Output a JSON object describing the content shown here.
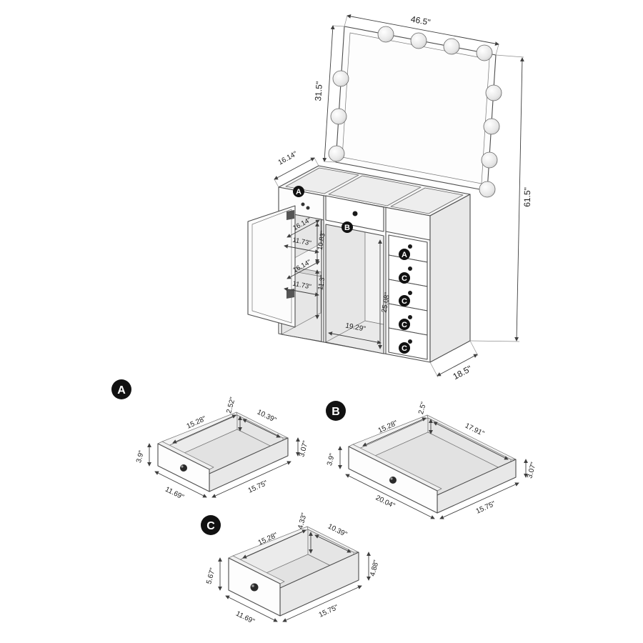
{
  "palette": {
    "line": "#4d4d4d",
    "callout_bg": "#111111",
    "background": "#ffffff"
  },
  "vanity": {
    "dims": {
      "mirror_width": "46.5\"",
      "mirror_height": "31.5\"",
      "overall_height": "61.5\"",
      "depth": "18.5\"",
      "top_depth": "16.14\"",
      "shelf_top_depth": "16.14\"",
      "shelf_top_width": "11.73\"",
      "shelf_top_height": "10.83\"",
      "shelf_bottom_depth": "16.14\"",
      "shelf_bottom_height": "11.3\"",
      "shelf_bottom_width": "11.73\"",
      "kneehole_width": "19.29\"",
      "kneehole_height": "25.08\""
    },
    "callouts": {
      "a": "A",
      "b": "B",
      "c": "C"
    }
  },
  "details": {
    "a": {
      "label": "A",
      "inner_depth": "15.28\"",
      "inner_height": "2.52\"",
      "inner_width": "10.39\"",
      "front_height": "3.9\"",
      "side_height": "3.07\"",
      "outer_depth": "15.75\"",
      "outer_width": "11.69\""
    },
    "b": {
      "label": "B",
      "inner_depth": "15.28\"",
      "inner_height": "2.5\"",
      "inner_width": "17.91\"",
      "front_height": "3.9\"",
      "side_height": "3.07\"",
      "outer_depth": "15.75\"",
      "outer_width": "20.04\""
    },
    "c": {
      "label": "C",
      "inner_depth": "15.28\"",
      "inner_height": "4.33\"",
      "inner_width": "10.39\"",
      "front_height": "5.67\"",
      "side_height": "4.88\"",
      "outer_depth": "15.75\"",
      "outer_width": "11.69\""
    }
  }
}
